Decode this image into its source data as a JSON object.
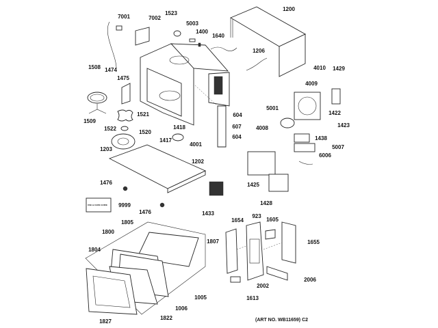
{
  "diagram": {
    "part_labels": [
      "7001",
      "7002",
      "1523",
      "5003",
      "1400",
      "1640",
      "1200",
      "1206",
      "1508",
      "1474",
      "1475",
      "4010",
      "1429",
      "4009",
      "1422",
      "5001",
      "1423",
      "1521",
      "1509",
      "604",
      "607",
      "1418",
      "1522",
      "1520",
      "1417",
      "4001",
      "604",
      "4008",
      "1438",
      "5007",
      "1203",
      "1202",
      "6006",
      "1425",
      "1476",
      "1428",
      "9999",
      "1476",
      "1433",
      "1805",
      "1654",
      "923",
      "1605",
      "1800",
      "1807",
      "1655",
      "1804",
      "2006",
      "2002",
      "1005",
      "1613",
      "1006",
      "1827",
      "1822"
    ],
    "art_number": "(ART NO. WB11659) C2",
    "booklet_text": "USE & CARE GUIDE"
  }
}
